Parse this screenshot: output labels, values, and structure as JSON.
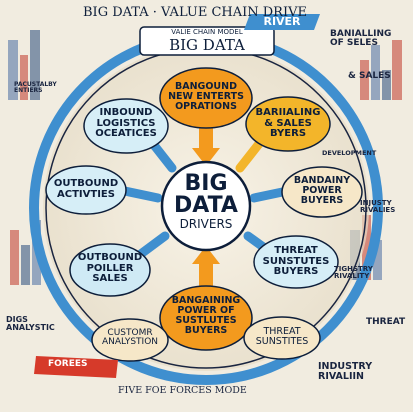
{
  "header": {
    "title": "BIG DATA · VALUE CHAIN DRIVE",
    "title_tail": "RIVER",
    "subtitle": "VALIE CHAIN MODEL",
    "badge": "BIG DATA"
  },
  "center": {
    "big": "BIG",
    "data": "DATA",
    "drivers": "DRIVERS"
  },
  "nodes": {
    "top": "BANGOUND\nNEW ENTERTS\nOPRATIONS",
    "inbound": "INBOUND\nLOGISTICS\nOCEATICES",
    "right_top": "BARIIALING\n& SALES\nBYERS",
    "outbound_act": "OUTBOUND\nACTIVTIES",
    "right_mid": "BANDAINY\nPOWER\nBUYERS",
    "outbound_sales": "OUTBOUND\nPOILLER\nSALES",
    "right_low": "THREAT\nSUNSTUTES\nBUYERS",
    "bottom": "BANGAINING\nPOWER OF\nSUSTLUTES\nBUYERS",
    "customr": "CUSTOMR\nANALYSTION",
    "threat": "THREAT\nSUNSTITES"
  },
  "side_labels": {
    "top_right": "BANIALLING\nOF SELES",
    "right_sales": "& SALES",
    "right_stack_1": "INJUSTY\nRIVALIES",
    "right_stack_2": "TIGHSTRY\nRIVALITY",
    "right_threat": "THREAT",
    "industry": "INDUSTRY\nRIVALIIN",
    "left_stack": "DIGS\nANALYSTIC",
    "bottom_banner": "FOREES",
    "footer": "FIVE FOE FORCES MODE",
    "left_small": "PACUSTALBY\nENTIERS",
    "dev": "DEVELOPMENT"
  },
  "colors": {
    "ring": "#3f8fcf",
    "orange": "#f39a1e",
    "navy": "#0d1e3a",
    "node_fill": "#d6eef7",
    "center_fill": "#ffffff",
    "banner_red": "#d63a2a"
  }
}
